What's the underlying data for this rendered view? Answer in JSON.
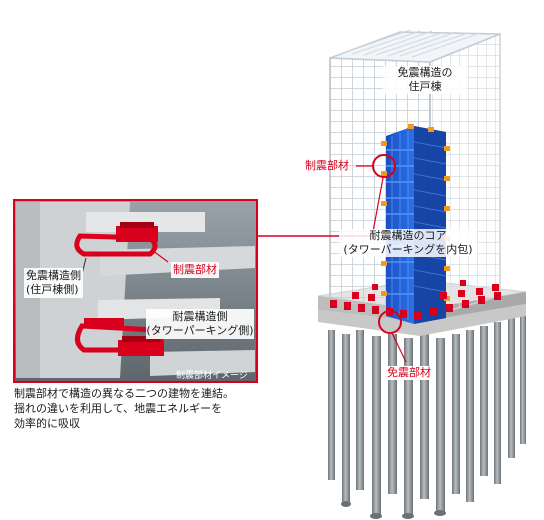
{
  "building": {
    "isolation_structure_label": [
      "免震構造の",
      "住戸棟"
    ],
    "core_label": [
      "耐震構造のコア",
      "(タワーパーキングを内包)"
    ],
    "damping_member_label": "制震部材",
    "isolation_member_label": "免震部材"
  },
  "detail": {
    "damping_member_label": "制震部材",
    "isolation_side_label": [
      "免震構造側",
      "(住戸棟側)"
    ],
    "seismic_side_label": [
      "耐震構造側",
      "(タワーパーキング側)"
    ],
    "image_note": "制震部材イメージ"
  },
  "caption": {
    "line1": "制震部材で構造の異なる二つの建物を連結。",
    "line2": "揺れの違いを利用して、地震エネルギーを",
    "line3": "効率的に吸収"
  },
  "colors": {
    "accent_red": "#d8001c",
    "core_blue": "#1f5fd6",
    "frame_grey": "#c9d3dc",
    "pile_grey": "#8f9599"
  }
}
